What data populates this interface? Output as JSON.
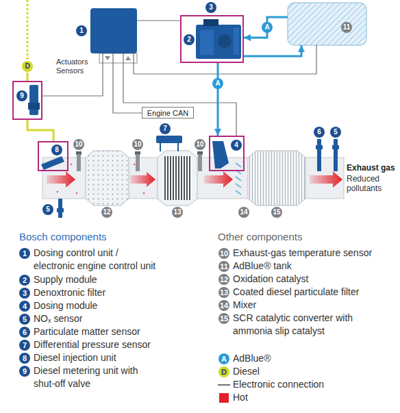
{
  "diagram": {
    "nodes": [
      {
        "text": [
          "1"
        ]
      },
      {
        "text": [
          "2"
        ]
      },
      {
        "text": [
          "3"
        ],
        "in": 1
      },
      {
        "text": [
          "11"
        ]
      },
      {
        "text": [
          "9"
        ]
      },
      {
        "text": [
          "Engine CAN"
        ]
      },
      {
        "text": [
          "8"
        ]
      },
      {
        "text": [
          "4"
        ]
      }
    ],
    "edges": [
      {
        "from": 0,
        "to": 1,
        "arrow": "none"
      },
      {
        "from": 0,
        "to": 3,
        "arrow": "none"
      },
      {
        "from": 0,
        "to": 4,
        "arrow": "none"
      },
      {
        "from": 0,
        "to": 5,
        "arrow": "none"
      },
      {
        "from": 0,
        "to": 7,
        "arrow": "none"
      },
      {
        "from": 3,
        "to": 1,
        "label": "A",
        "arrow": "to"
      },
      {
        "from": 1,
        "to": 3,
        "arrow": "to"
      },
      {
        "from": 1,
        "to": 7,
        "label": "A",
        "arrow": "to"
      },
      {
        "from": 4,
        "to": 6,
        "arrow": "none"
      }
    ],
    "labels": [
      "Actuators Sensors",
      "D",
      "10",
      "10",
      "10",
      "7",
      "6",
      "5",
      "5",
      "12",
      "13",
      "14",
      "15",
      "Exhaust gas",
      "Reduced pollutants",
      "Bosch components",
      "1",
      "2",
      "3",
      "4",
      "5",
      "6",
      "7",
      "8",
      "9",
      "Other components",
      "10",
      "11",
      "12",
      "13",
      "14",
      "15",
      "A",
      "D"
    ],
    "legend": [
      {
        "text": "Dosing control unit / electronic engine control unit"
      },
      {
        "text": "Supply module"
      },
      {
        "text": "Denoxtronic filter"
      },
      {
        "text": "Dosing module"
      },
      {
        "text": "NOₓ sensor"
      },
      {
        "text": "Particulate matter sensor"
      },
      {
        "text": "Differential pressure sensor"
      },
      {
        "text": "Diesel injection unit"
      },
      {
        "text": "Diesel metering unit with shut-off valve"
      },
      {
        "text": "Exhaust-gas temperature sensor"
      },
      {
        "text": "AdBlue® tank"
      },
      {
        "text": "Oxidation catalyst"
      },
      {
        "text": "Coated diesel particulate filter"
      },
      {
        "text": "Mixer"
      },
      {
        "text": "SCR catalytic converter with ammonia slip catalyst"
      },
      {
        "text": "AdBlue®",
        "color": "#2b9ad6"
      },
      {
        "text": "Diesel",
        "color": "#d4d82a"
      },
      {
        "text": "Electronic connection"
      },
      {
        "text": "Hot",
        "color": "#e3202a"
      }
    ]
  }
}
